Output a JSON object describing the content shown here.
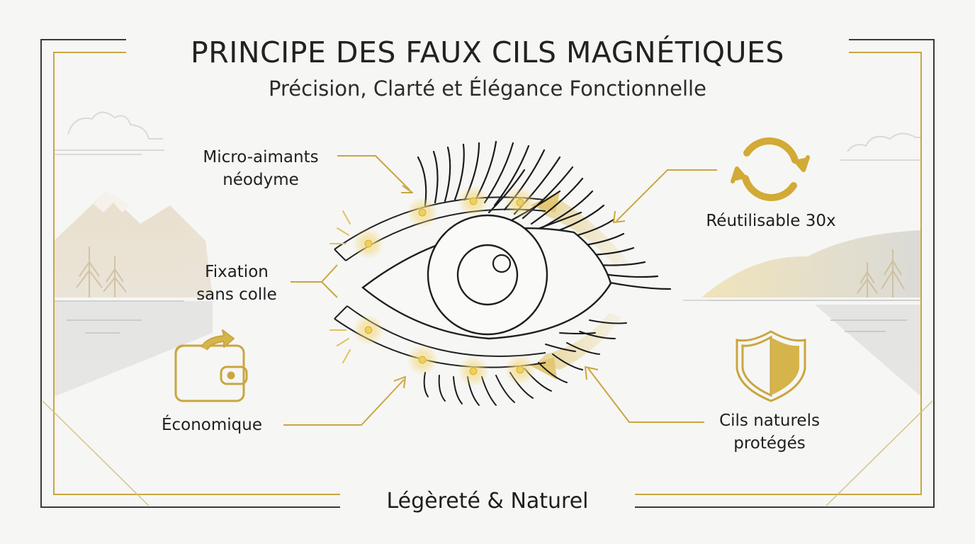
{
  "header": {
    "title": "PRINCIPE DES FAUX CILS MAGNÉTIQUES",
    "subtitle": "Précision, Clarté et Élégance Fonctionnelle"
  },
  "labels": {
    "micro_aimants": [
      "Micro-aimants",
      "néodyme"
    ],
    "fixation": [
      "Fixation",
      "sans colle"
    ],
    "economique": [
      "Économique"
    ],
    "reutilisable": [
      "Réutilisable 30x"
    ],
    "cils_proteges": [
      "Cils naturels",
      "protégés"
    ]
  },
  "footer": {
    "text": "Légèreté & Naturel"
  },
  "icons": {
    "wallet": "wallet-icon",
    "recycle": "recycle-arrows-icon",
    "shield": "shield-icon",
    "eye": "eye-icon"
  },
  "colors": {
    "gold": "#c9a640",
    "gold_light": "#e6cf8b",
    "line_dark": "#222222",
    "frame": "#3a3a3a",
    "background": "#f6f6f4"
  }
}
